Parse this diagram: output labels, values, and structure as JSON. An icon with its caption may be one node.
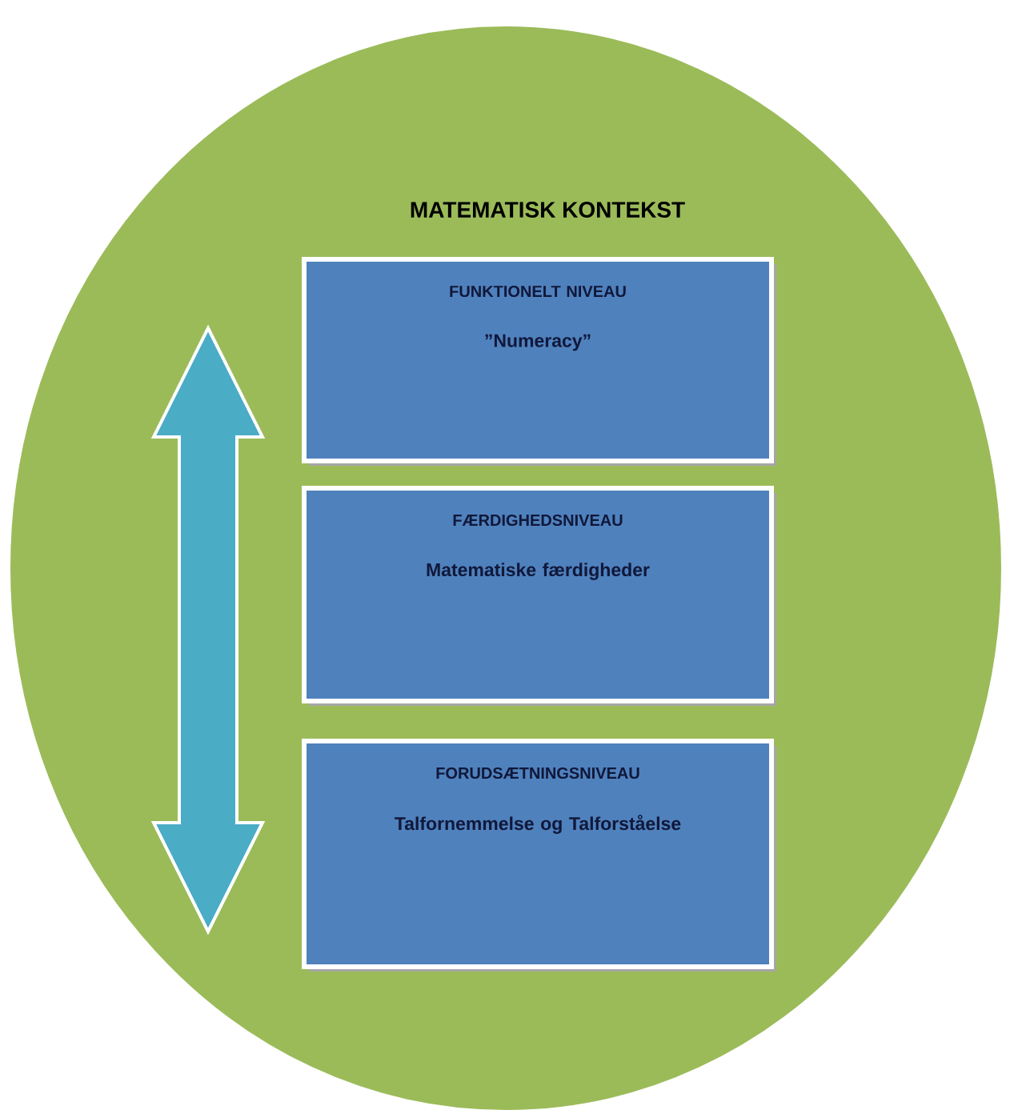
{
  "diagram": {
    "nodes": [
      {
        "text": [
          "MATEMATISK KONTEKST"
        ]
      },
      {
        "text": [
          "FUNKTIONELT NIVEAU",
          "”Numeracy”"
        ],
        "in": 0
      },
      {
        "text": [
          "FÆRDIGHEDSNIVEAU",
          "Matematiske færdigheder"
        ],
        "in": 0
      },
      {
        "text": [
          "FORUDSÆTNINGSNIVEAU",
          "Talfornemmelse og Talforståelse"
        ],
        "in": 0
      }
    ]
  }
}
